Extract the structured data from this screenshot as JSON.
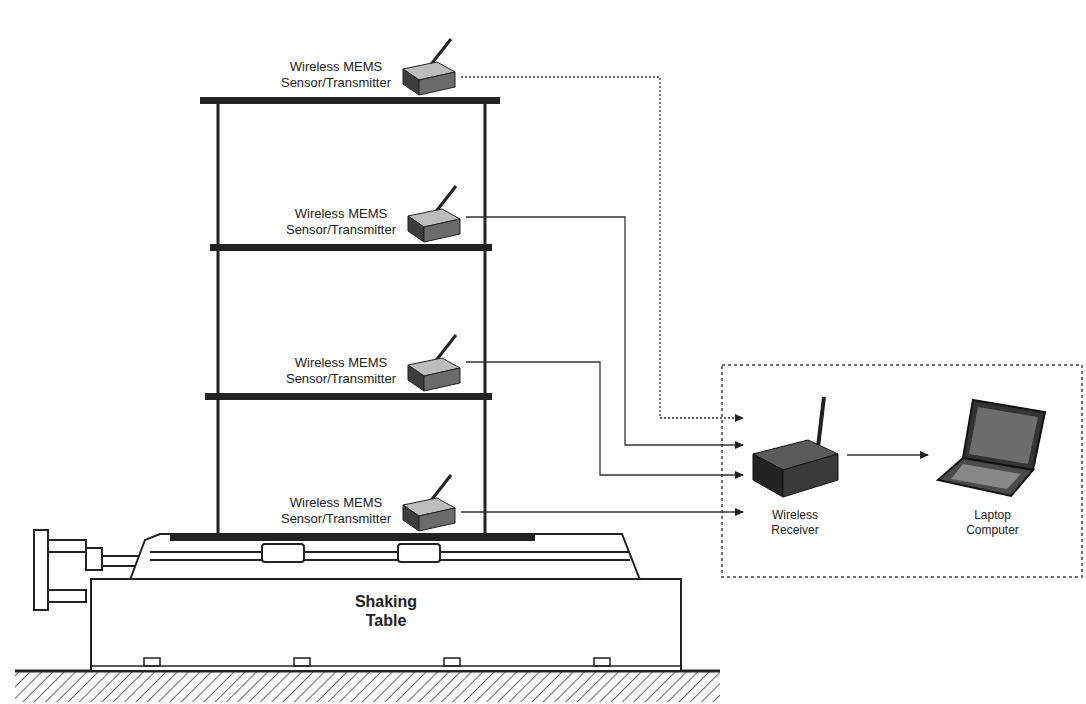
{
  "diagram": {
    "nodes": [
      {
        "text": [
          "Wireless MEMS Sensor/Transmitter"
        ]
      },
      {
        "text": [
          "Wireless MEMS Sensor/Transmitter"
        ]
      },
      {
        "text": [
          "Wireless MEMS Sensor/Transmitter"
        ]
      },
      {
        "text": [
          "Wireless MEMS Sensor/Transmitter"
        ]
      },
      {
        "text": [
          "Shaking Table"
        ]
      },
      {
        "text": [
          "Wireless Receiver"
        ]
      },
      {
        "text": [
          "Laptop Computer"
        ]
      }
    ],
    "edges": [
      {
        "from": 0,
        "to": 5,
        "arrow": "to"
      },
      {
        "from": 1,
        "to": 5,
        "arrow": "to"
      },
      {
        "from": 2,
        "to": 5,
        "arrow": "to"
      },
      {
        "from": 3,
        "to": 5,
        "arrow": "to"
      },
      {
        "from": 5,
        "to": 6,
        "arrow": "to"
      }
    ]
  }
}
